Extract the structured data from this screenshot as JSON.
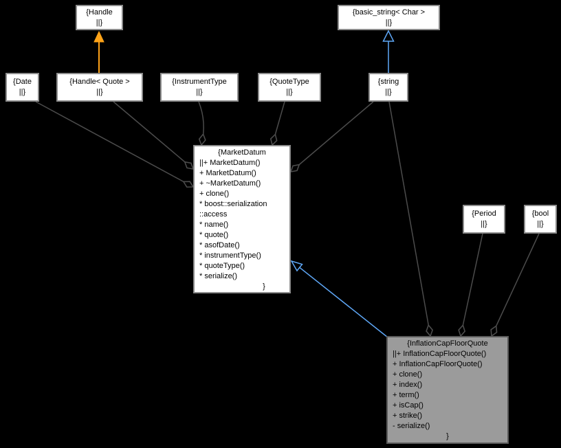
{
  "diagram": {
    "kind": "collaboration-graph",
    "colors": {
      "background": "#000000",
      "node_fill": "#ffffff",
      "node_border": "#8c8c8c",
      "highlight_node_fill": "#9b9b9b",
      "edge_gray": "#4c4c4c",
      "inheritance_blue": "#5fa8f8",
      "instantiation_orange": "#ffa318",
      "text": "#000000"
    },
    "nodes": {
      "handle": {
        "line1": "{Handle",
        "line2": "||}"
      },
      "basic_string": {
        "line1": "{basic_string< Char >",
        "line2": "||}"
      },
      "date": {
        "line1": "{Date",
        "line2": "||}"
      },
      "handle_quote": {
        "line1": "{Handle< Quote >",
        "line2": "||}"
      },
      "instrument_type": {
        "line1": "{InstrumentType",
        "line2": "||}"
      },
      "quote_type": {
        "line1": "{QuoteType",
        "line2": "||}"
      },
      "string": {
        "line1": "{string",
        "line2": "||}"
      },
      "period": {
        "line1": "{Period",
        "line2": "||}"
      },
      "bool": {
        "line1": "{bool",
        "line2": "||}"
      },
      "market_datum": {
        "title": "{MarketDatum",
        "members": [
          "||+ MarketDatum()",
          "+ MarketDatum()",
          "+ ~MarketDatum()",
          "+ clone()",
          "* boost::serialization",
          "::access",
          "* name()",
          "* quote()",
          "* asofDate()",
          "* instrumentType()",
          "* quoteType()",
          "* serialize()"
        ],
        "closing": "}"
      },
      "inflation_cap_floor_quote": {
        "title": "{InflationCapFloorQuote",
        "members": [
          "||+ InflationCapFloorQuote()",
          "+ InflationCapFloorQuote()",
          "+ clone()",
          "+ index()",
          "+ term()",
          "+ isCap()",
          "+ strike()",
          "- serialize()"
        ],
        "closing": "}"
      }
    }
  }
}
